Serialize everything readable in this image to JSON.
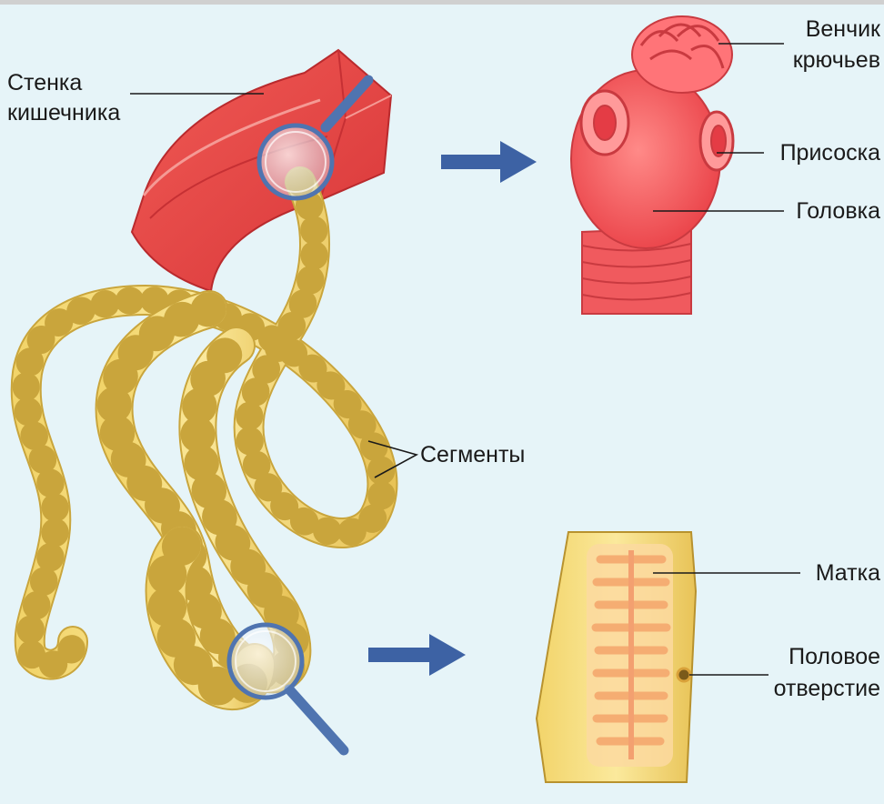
{
  "labels": {
    "intestine_wall_line1": "Стенка",
    "intestine_wall_line2": "кишечника",
    "hook_crown_line1": "Венчик",
    "hook_crown_line2": "крючьев",
    "sucker": "Присоска",
    "head": "Головка",
    "segments": "Сегменты",
    "uterus": "Матка",
    "genital_opening_line1": "Половое",
    "genital_opening_line2": "отверстие"
  },
  "colors": {
    "background": "#e6f4f8",
    "frame_top": "#d0d0d0",
    "intestine": "#e4403f",
    "scolex": "#f2545a",
    "worm_body": "#f5de8c",
    "worm_outline": "#c9a53c",
    "arrow": "#3d62a4",
    "magnifier": "#4f74b0"
  },
  "icons": {
    "arrow_top": "arrow-right-icon",
    "arrow_bottom": "arrow-right-icon",
    "magnifier_top": "magnifier-icon",
    "magnifier_bottom": "magnifier-icon"
  }
}
